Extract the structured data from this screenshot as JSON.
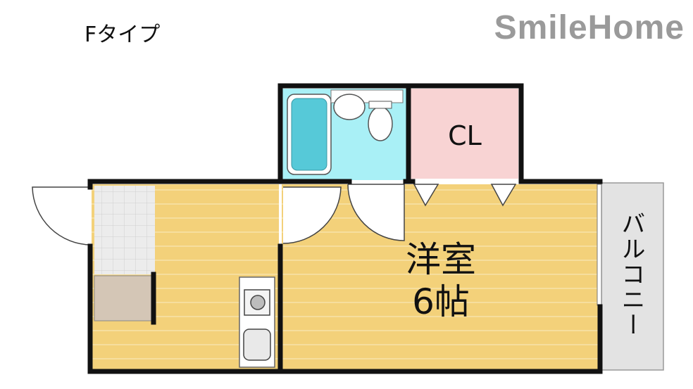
{
  "header": {
    "type_label": "Fタイプ",
    "brand": "SmileHome"
  },
  "rooms": {
    "closet": "CL",
    "western_room_name": "洋室",
    "western_room_size": "6帖",
    "balcony": "バルコニー"
  },
  "colors": {
    "wall": "#111111",
    "floor_wood": "#f3d17a",
    "bath_water": "#a9f0f6",
    "closet_pink": "#f8d3d3",
    "balcony_gray": "#e2e2e2",
    "entrance_tile": "#e8e8e8",
    "shoe_box": "#d4c6b6",
    "brand_gray": "#9a9a9a"
  }
}
